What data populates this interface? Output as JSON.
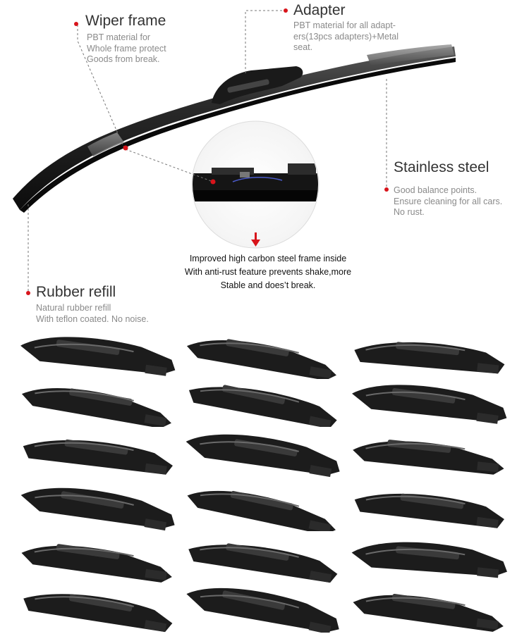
{
  "callouts": {
    "wiper_frame": {
      "title": "Wiper frame",
      "lines": [
        "PBT material for",
        "Whole frame protect",
        "Goods from break."
      ]
    },
    "adapter": {
      "title": "Adapter",
      "lines": [
        "PBT material for all adapt-",
        "ers(13pcs adapters)+Metal",
        "seat."
      ]
    },
    "stainless_steel": {
      "title": "Stainless steel",
      "lines": [
        "Good balance points.",
        "Ensure cleaning for all cars.",
        "No rust."
      ]
    },
    "rubber_refill": {
      "title": "Rubber refill",
      "lines": [
        "Natural rubber refill",
        "With teflon coated. No noise."
      ]
    }
  },
  "center_note": {
    "lines": [
      "Improved high carbon steel frame inside",
      "With anti-rust feature prevents shake,more",
      "Stable and does’t break."
    ]
  },
  "colors": {
    "accent": "#d8141b",
    "heading": "#333333",
    "body_text": "#8a8a8a",
    "product": "#1c1c1c"
  },
  "adapter_count": 18
}
